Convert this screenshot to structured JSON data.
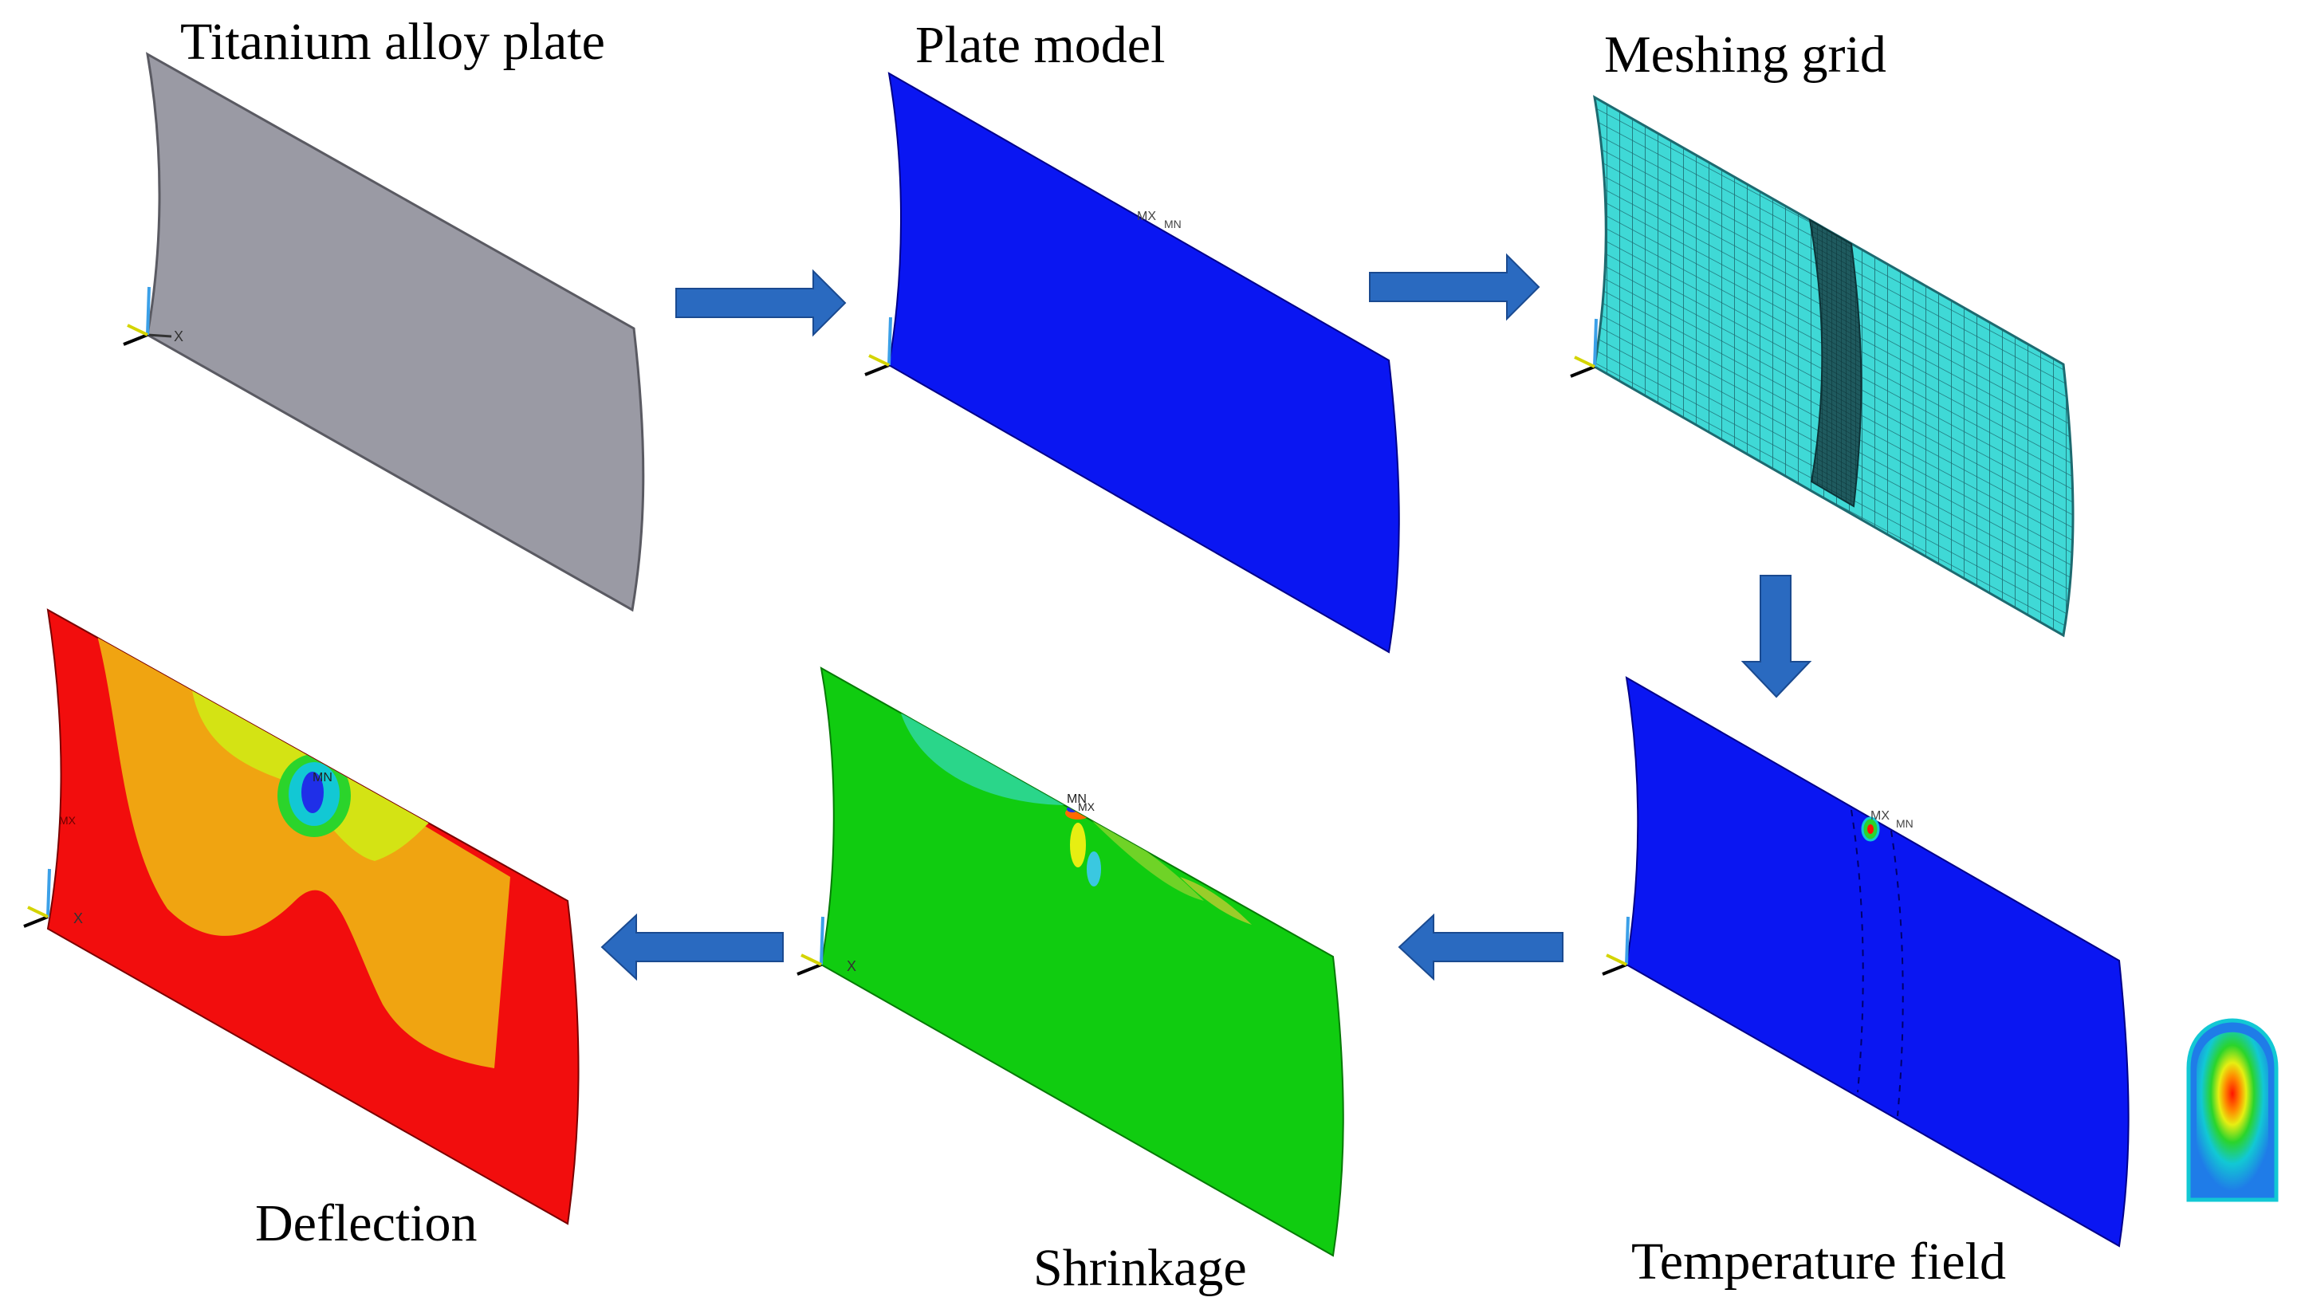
{
  "labels": {
    "titanium": "Titanium alloy plate",
    "plate_model": "Plate model",
    "meshing": "Meshing grid",
    "temperature": "Temperature field",
    "shrinkage": "Shrinkage",
    "deflection": "Deflection"
  },
  "markers": {
    "mx": "MX",
    "mn": "MN",
    "x_axis": "X"
  },
  "colors": {
    "arrow": "#2a6ac0",
    "titanium_fill": "#9a9aa4",
    "model_fill": "#0a16f2",
    "mesh_fill": "#3fd9d6",
    "mesh_line": "#1d6a70",
    "shrink_fill": "#10cc10",
    "deflect_red": "#f20d0d",
    "deflect_orange": "#f0a411",
    "deflect_yellow": "#d4e314"
  }
}
